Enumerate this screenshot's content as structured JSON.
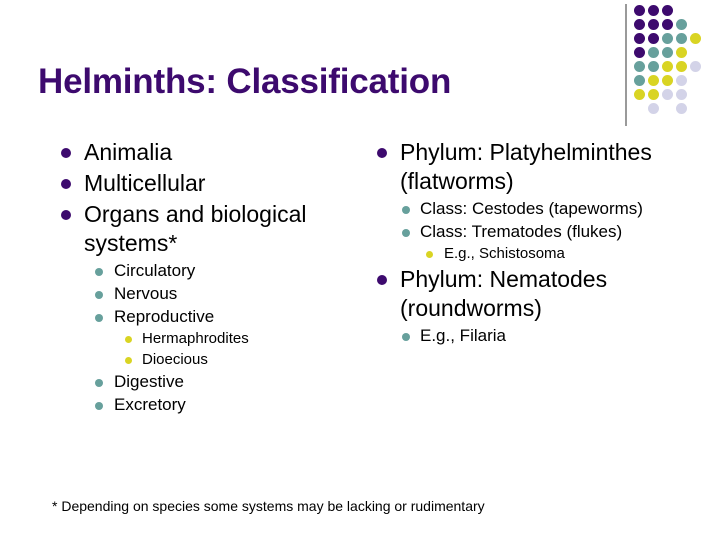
{
  "slide": {
    "title": "Helminths: Classification",
    "footnote": "* Depending on species some systems may be lacking or rudimentary"
  },
  "colors": {
    "title_purple": "#3d0a6e",
    "bullet_level1": "#3d0a6e",
    "bullet_level2": "#67a09c",
    "bullet_level3": "#d9d423",
    "deco_lavender": "#d3d3e8",
    "deco_rule": "#9a9a9a",
    "background": "#ffffff",
    "body_text": "#000000"
  },
  "left_column": {
    "items": [
      {
        "level": 1,
        "text": "Animalia"
      },
      {
        "level": 1,
        "text": "Multicellular"
      },
      {
        "level": 1,
        "text": "Organs and biological systems*"
      },
      {
        "level": 2,
        "text": "Circulatory"
      },
      {
        "level": 2,
        "text": "Nervous"
      },
      {
        "level": 2,
        "text": "Reproductive"
      },
      {
        "level": 3,
        "text": "Hermaphrodites"
      },
      {
        "level": 3,
        "text": "Dioecious"
      },
      {
        "level": 2,
        "text": "Digestive"
      },
      {
        "level": 2,
        "text": "Excretory"
      }
    ]
  },
  "right_column": {
    "items": [
      {
        "level": 1,
        "text": "Phylum: Platyhelminthes (flatworms)"
      },
      {
        "level": 2,
        "text": "Class: Cestodes (tapeworms)"
      },
      {
        "level": 2,
        "text": "Class: Trematodes (flukes)"
      },
      {
        "level": 3,
        "text": "E.g., Schistosoma"
      },
      {
        "level": 1,
        "text": "Phylum: Nematodes (roundworms)"
      },
      {
        "level": 2,
        "text": "E.g., Filaria"
      }
    ]
  },
  "decoration": {
    "dot_grid": {
      "cell": 14,
      "rows": [
        [
          "purple",
          "purple",
          "purple",
          null,
          null
        ],
        [
          "purple",
          "purple",
          "purple",
          "teal",
          null
        ],
        [
          "purple",
          "purple",
          "teal",
          "teal",
          "yellow"
        ],
        [
          "purple",
          "teal",
          "teal",
          "yellow",
          null
        ],
        [
          "teal",
          "teal",
          "yellow",
          "yellow",
          "lavender"
        ],
        [
          "teal",
          "yellow",
          "yellow",
          "lavender",
          null
        ],
        [
          "yellow",
          "yellow",
          "lavender",
          "lavender",
          null
        ],
        [
          null,
          "lavender",
          null,
          "lavender",
          null
        ]
      ],
      "palette": {
        "purple": "#3d0a6e",
        "teal": "#67a09c",
        "yellow": "#d9d423",
        "lavender": "#d3d3e8"
      }
    }
  }
}
